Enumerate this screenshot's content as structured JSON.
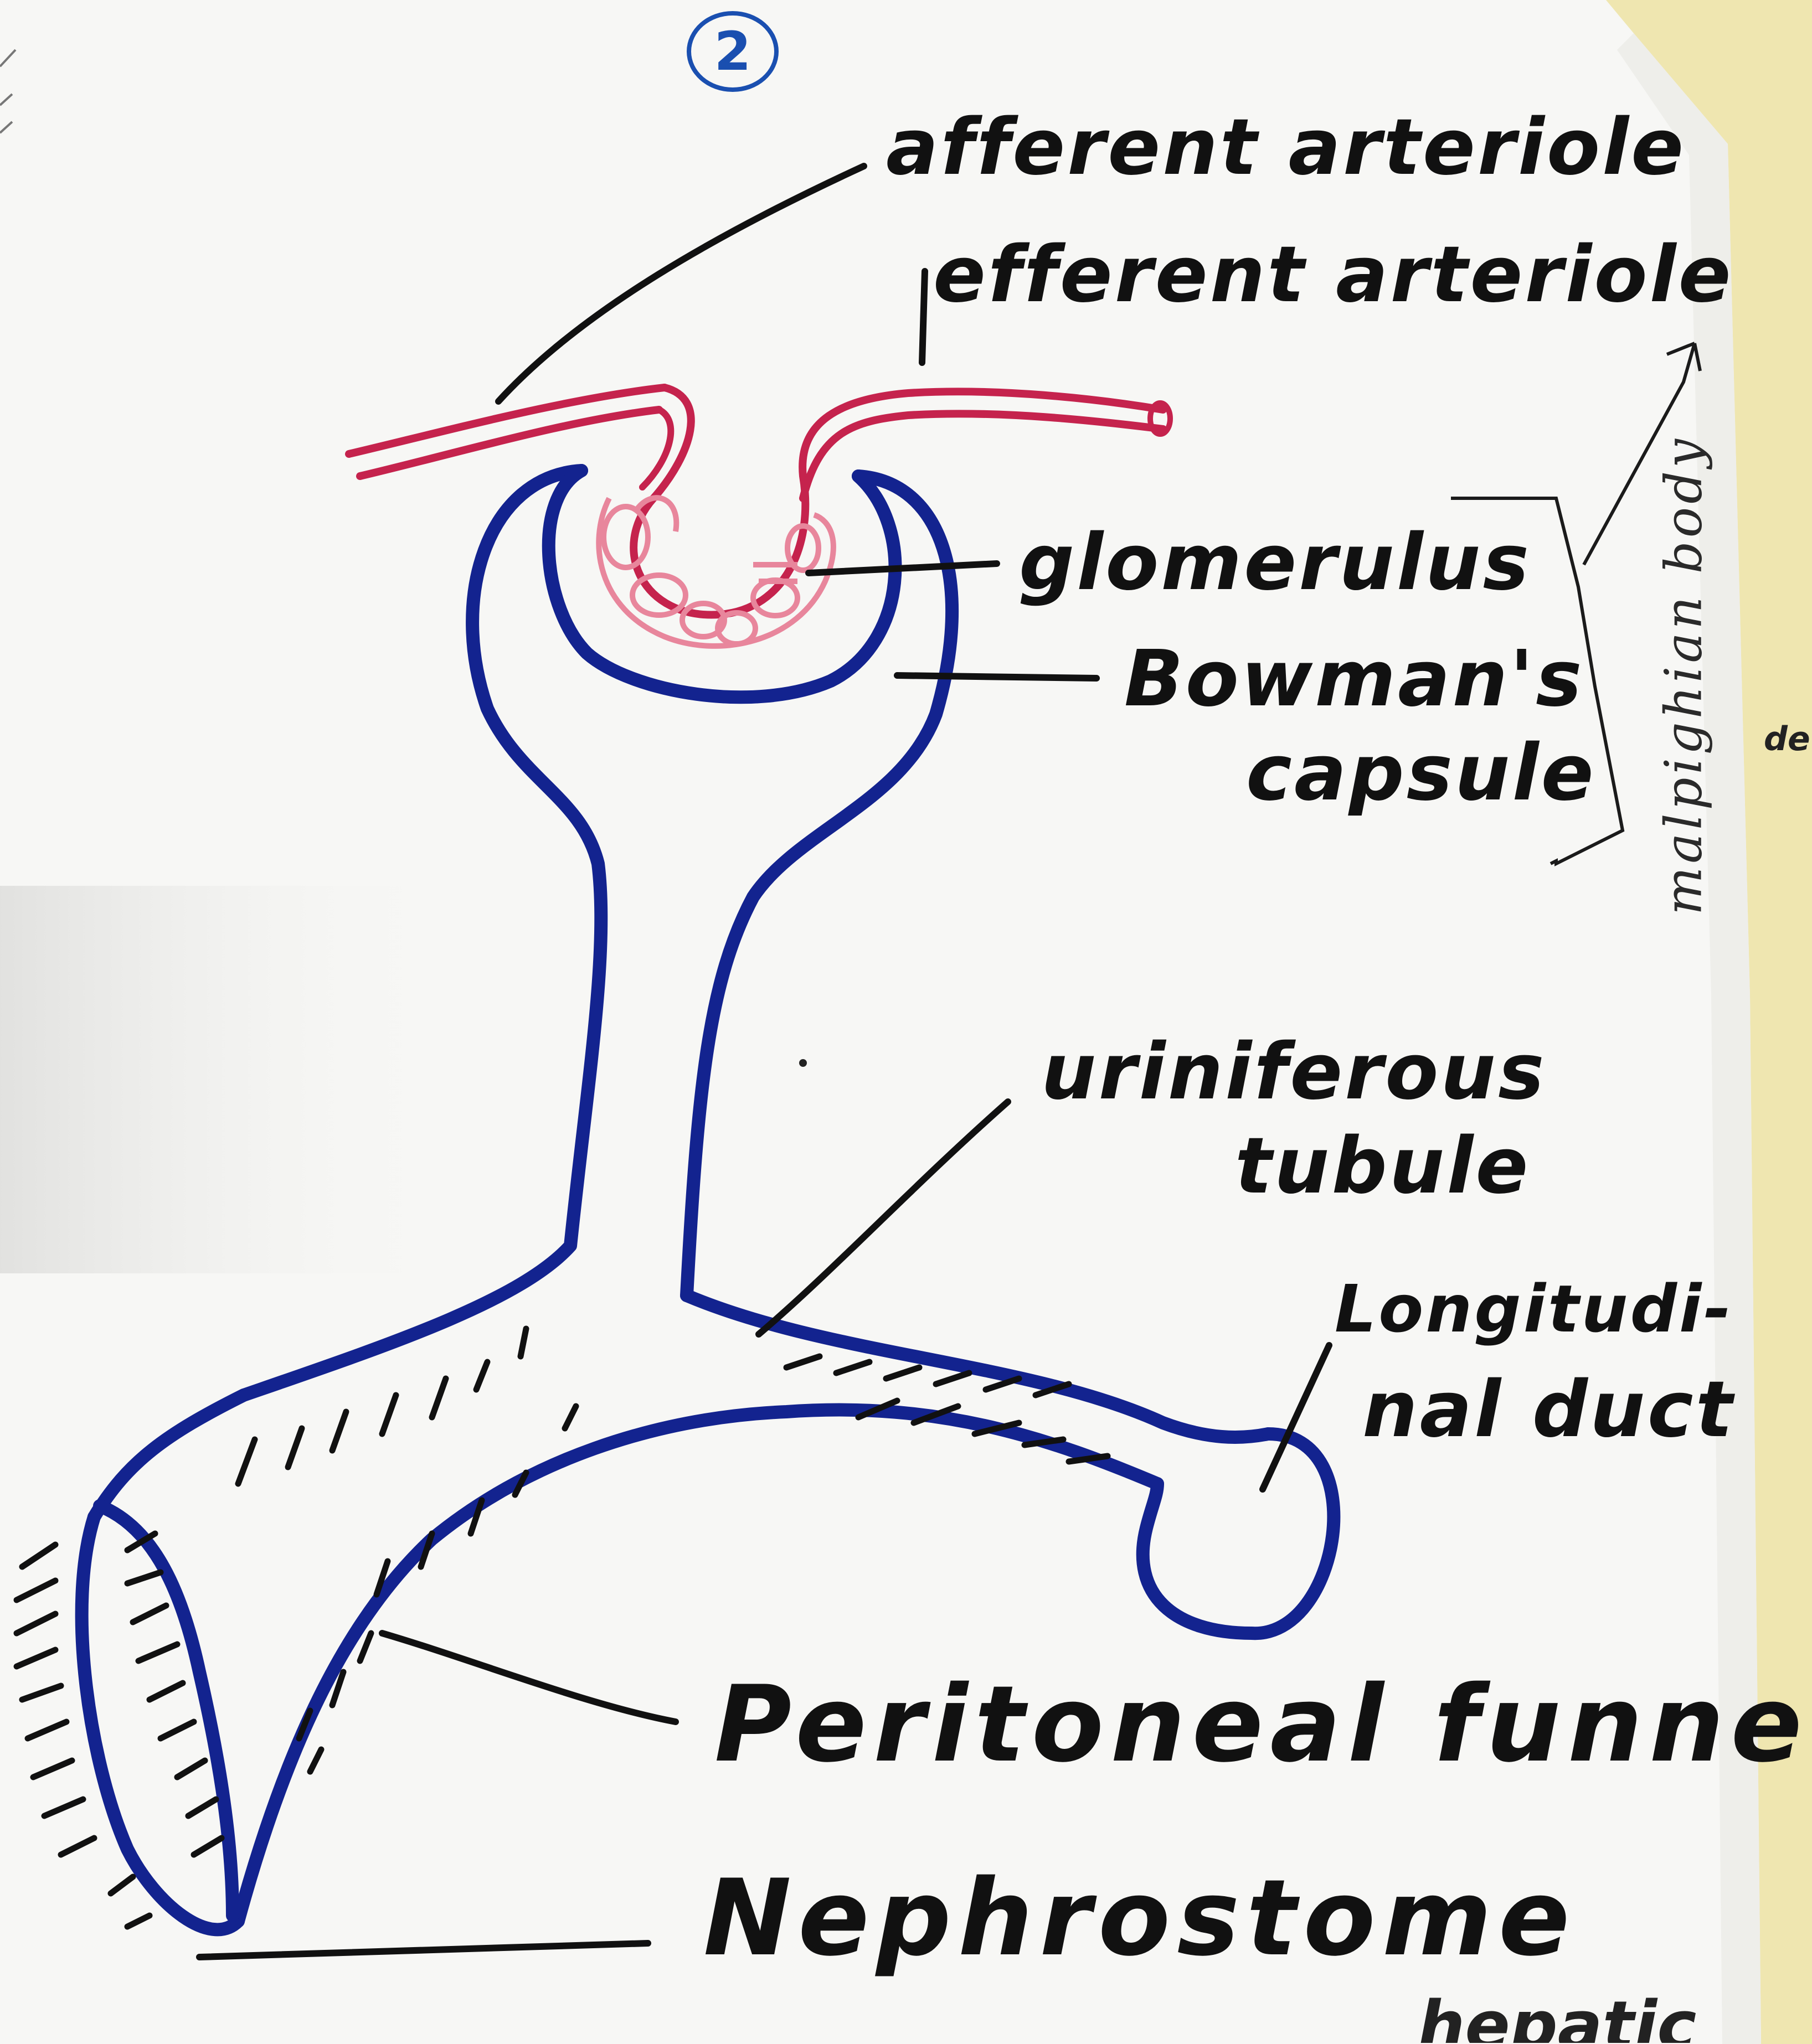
{
  "page_number": "2",
  "labels": {
    "afferent": "afferent arteriole",
    "efferent": "efferent arteriole",
    "glomerulus": "glomerulus",
    "bowmans_line1": "Bowman's",
    "bowmans_line2": "capsule",
    "uriniferous_line1": "uriniferous",
    "uriniferous_line2": "tubule",
    "longitudinal_line1": "Longitudi-",
    "longitudinal_line2": "nal duct",
    "peritoneal": "Peritoneal funnel",
    "nephrostome": "Nephrostome",
    "malpighian": "malpighian body"
  },
  "edge_fragments": {
    "right_edge": "de",
    "bottom_edge": "hepatic"
  },
  "colors": {
    "paper": "#f7f7f5",
    "ink": "#111111",
    "blue": "#13238f",
    "red": "#c5234d",
    "pink": "#e8869c",
    "page_number_ink": "#1a4fb0"
  }
}
